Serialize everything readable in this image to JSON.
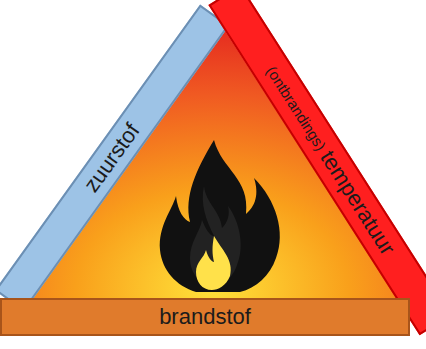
{
  "diagram": {
    "nodes": [
      {
        "text": [
          "zuurstof"
        ]
      },
      {
        "text": [
          "(ontbrandings)",
          "temperatuur"
        ]
      },
      {
        "text": [
          "brandstof"
        ]
      }
    ]
  }
}
